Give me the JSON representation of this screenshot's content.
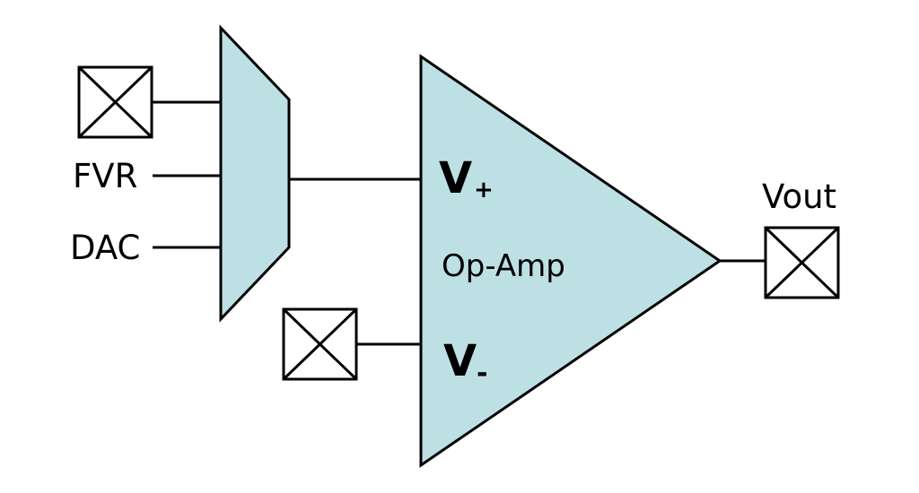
{
  "diagram": {
    "fill_color": "#bde0e4",
    "stroke_color": "#000000",
    "mux": {
      "inputs": {
        "pin": "pad-icon",
        "fvr": "FVR",
        "dac": "DAC"
      }
    },
    "opamp": {
      "label": "Op-Amp",
      "noninverting": {
        "symbol": "V",
        "subscript": "+"
      },
      "inverting": {
        "symbol": "V",
        "subscript": "-"
      }
    },
    "output": {
      "label": "Vout",
      "icon": "pad-icon"
    },
    "inverting_input_icon": "pad-icon"
  }
}
